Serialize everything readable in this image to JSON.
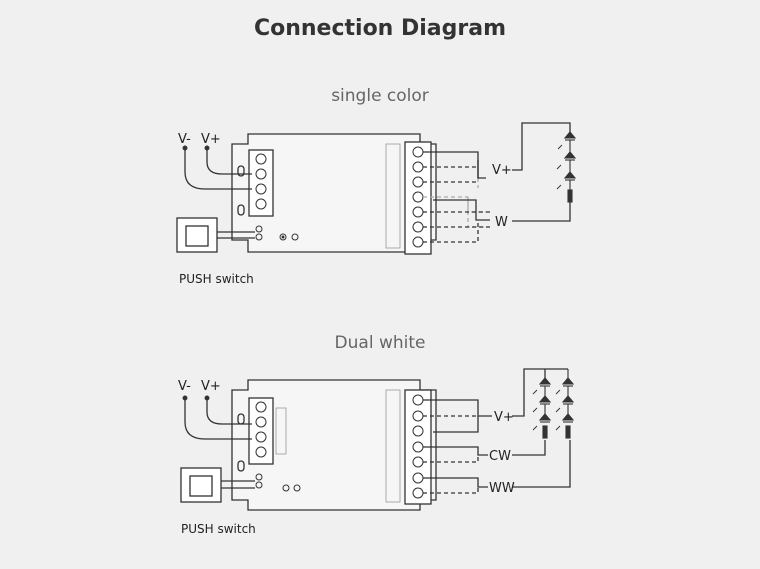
{
  "title": "Connection Diagram",
  "diagrams": [
    {
      "subtitle": "single color",
      "input_labels": [
        "V-",
        "V+"
      ],
      "output_labels": [
        "V+",
        "W"
      ],
      "switch_label": "PUSH switch"
    },
    {
      "subtitle": "Dual white",
      "input_labels": [
        "V-",
        "V+"
      ],
      "output_labels": [
        "V+",
        "CW",
        "WW"
      ],
      "switch_label": "PUSH switch"
    }
  ],
  "colors": {
    "background": "#f0f0f0",
    "line": "#333333",
    "title": "#333333",
    "subtitle": "#666666"
  }
}
